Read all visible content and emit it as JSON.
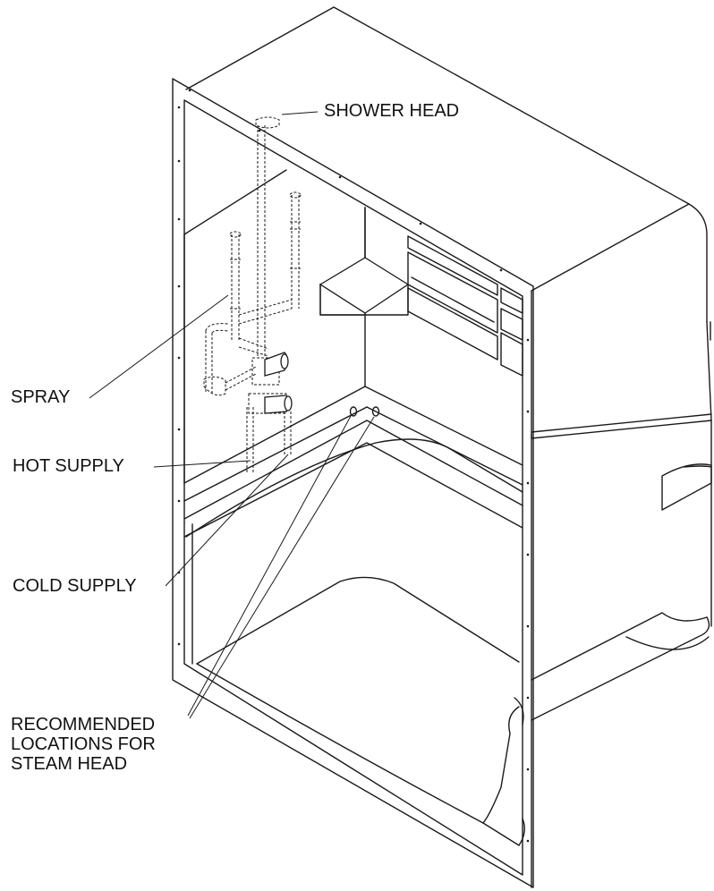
{
  "labels": {
    "shower_head": "SHOWER HEAD",
    "spray": "SPRAY",
    "hot_supply": "HOT SUPPLY",
    "cold_supply": "COLD SUPPLY",
    "steam_head_line1": "RECOMMENDED",
    "steam_head_line2": "LOCATIONS FOR",
    "steam_head_line3": "STEAM HEAD"
  }
}
